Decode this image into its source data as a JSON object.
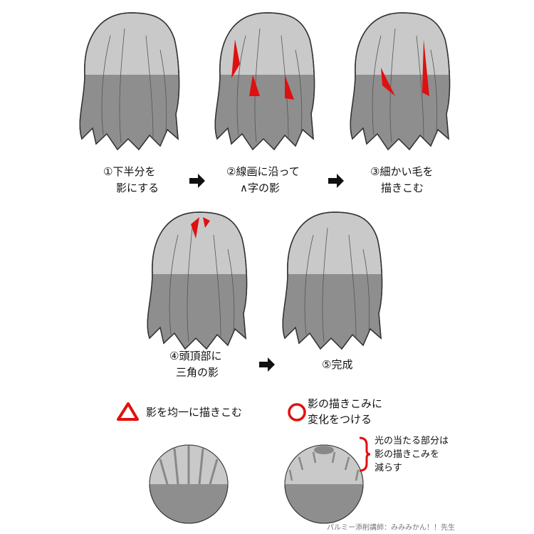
{
  "steps": [
    {
      "line1": "①下半分を",
      "line2": "影にする"
    },
    {
      "line1": "②線画に沿って",
      "line2": "∧字の影"
    },
    {
      "line1": "③細かい毛を",
      "line2": "描きこむ"
    },
    {
      "line1": "④頭頂部に",
      "line2": "三角の影"
    },
    {
      "line1": "⑤完成"
    }
  ],
  "legend": {
    "bad": "影を均一に描きこむ",
    "good_line1": "影の描きこみに",
    "good_line2": "変化をつける"
  },
  "note": {
    "line1": "光の当たる部分は",
    "line2": "影の描きこみを",
    "line3": "減らす"
  },
  "credit": "パルミー添削講師：みみみかん！！先生",
  "colors": {
    "accent": "#e01010",
    "hair_light": "#c9c9c9",
    "hair_shadow": "#8e8e8e"
  }
}
